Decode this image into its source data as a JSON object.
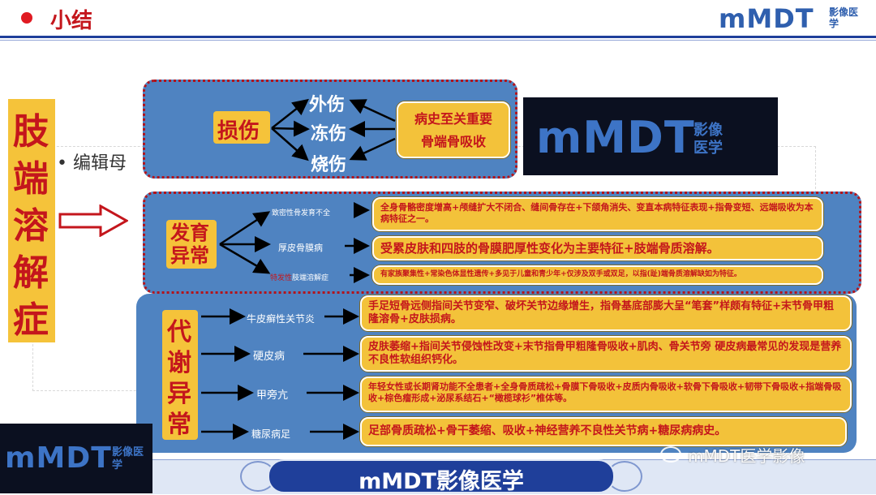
{
  "header": {
    "title": "小结",
    "logo_text": "mMDT",
    "logo_sub": "影像医学"
  },
  "side_title": [
    "肢",
    "端",
    "溶",
    "解",
    "症"
  ],
  "bg_bullet": "编辑母",
  "injury": {
    "label": "损伤",
    "items": [
      "外伤",
      "冻伤",
      "烧伤"
    ],
    "note_line1": "病史至关重要",
    "note_line2": "骨端骨吸收"
  },
  "dev": {
    "label_line1": "发育",
    "label_line2": "异常",
    "rows": [
      {
        "name": "致密性骨发育不全",
        "desc": "全身骨骼密度增高+颅缝扩大不闭合、缝间骨存在+下颌角消失、变直本病特征表现+指骨变短、远端吸收为本病特征之一。"
      },
      {
        "name": "厚皮骨膜病",
        "desc": "受累皮肤和四肢的骨膜肥厚性变化为主要特征+肢端骨质溶解。"
      },
      {
        "name_red": "特发性",
        "name_rest": "肢端溶解症",
        "desc": "有家族聚集性+常染色体显性遗传+多见于儿童和青少年+仅涉及双手或双足，以指(趾)端骨质溶解缺如为特征。"
      }
    ]
  },
  "meta": {
    "label_chars": [
      "代",
      "谢",
      "异",
      "常"
    ],
    "rows": [
      {
        "name": "牛皮癣性关节炎",
        "desc": "手足短骨远侧指间关节变窄、破坏关节边缘增生，指骨基底部膨大呈“笔套”样颇有特征+末节骨甲粗隆溶骨+皮肤损病。"
      },
      {
        "name": "硬皮病",
        "desc": "皮肤萎缩+指间关节侵蚀性改变+末节指骨甲粗隆骨吸收+肌肉、骨关节旁 硬皮病最常见的发现是营养不良性软组织钙化。"
      },
      {
        "name": "甲旁亢",
        "desc": "年轻女性或长期肾功能不全患者+全身骨质疏松+骨膜下骨吸收+皮质内骨吸收+软骨下骨吸收+韧带下骨吸收+指端骨吸收+棕色瘤形成+泌尿系结石+“橄榄球衫”椎体等。"
      },
      {
        "name": "糖尿病足",
        "desc": "足部骨质疏松+骨干萎缩、吸收+神经营养不良性关节病+糖尿病病史。"
      }
    ]
  },
  "footer": {
    "banner": "mMDT影像医学",
    "watermark": "mMDT医学影像"
  },
  "colors": {
    "accent_red": "#c4161c",
    "panel_blue": "#4f83c1",
    "box_yellow": "#f3c23a",
    "nav_blue": "#1f3f9a"
  }
}
